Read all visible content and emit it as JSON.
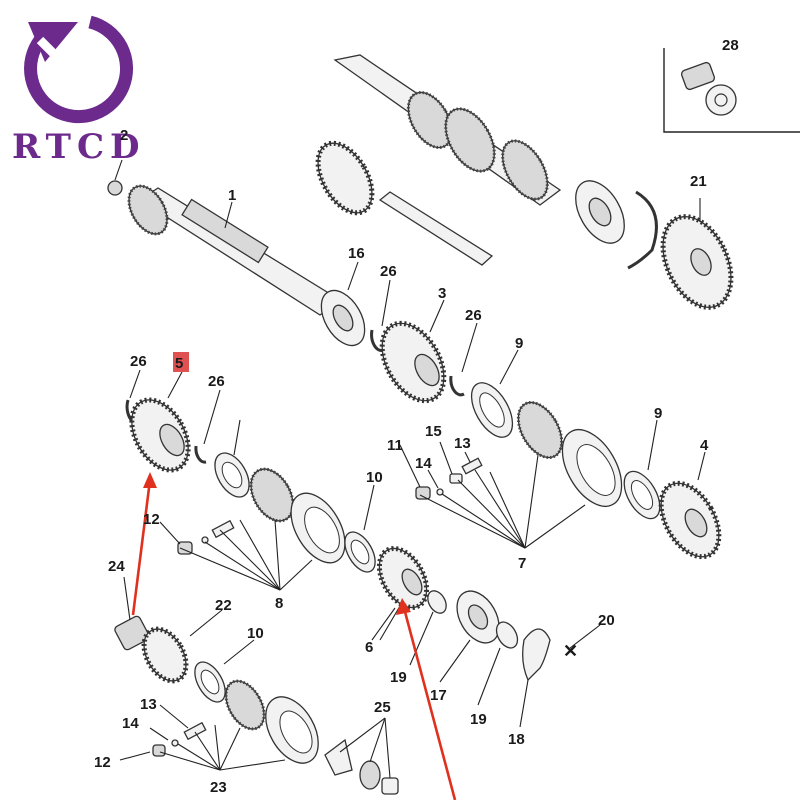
{
  "logo": {
    "text": "RTCD",
    "color": "#6b2a8c"
  },
  "highlight": {
    "label": "5",
    "color": "#e05252"
  },
  "callouts": {
    "n1": "1",
    "n2": "2",
    "n3": "3",
    "n4": "4",
    "n5": "5",
    "n6": "6",
    "n7": "7",
    "n8": "8",
    "n9a": "9",
    "n9b": "9",
    "n10a": "10",
    "n10b": "10",
    "n11": "11",
    "n12a": "12",
    "n12b": "12",
    "n13a": "13",
    "n13b": "13",
    "n14a": "14",
    "n14b": "14",
    "n15": "15",
    "n16": "16",
    "n17": "17",
    "n18": "18",
    "n19a": "19",
    "n19b": "19",
    "n20": "20",
    "n21": "21",
    "n22": "22",
    "n23": "23",
    "n24": "24",
    "n25": "25",
    "n26a": "26",
    "n26b": "26",
    "n26c": "26",
    "n26d": "26",
    "n28": "28"
  },
  "arrow_color": "#e0301e"
}
